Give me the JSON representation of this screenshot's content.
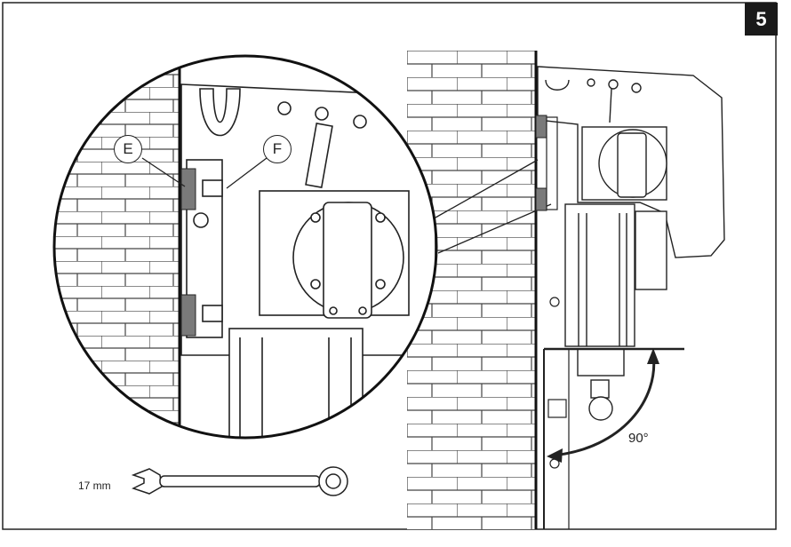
{
  "step": {
    "number": "5"
  },
  "callouts": {
    "e": "E",
    "f": "F"
  },
  "angle_label": "90°",
  "tool": {
    "size_label": "17 mm",
    "icon": "wrench-icon"
  },
  "colors": {
    "line": "#222222",
    "pad": "#7a7a7a",
    "badge": "#1a1a1a"
  }
}
